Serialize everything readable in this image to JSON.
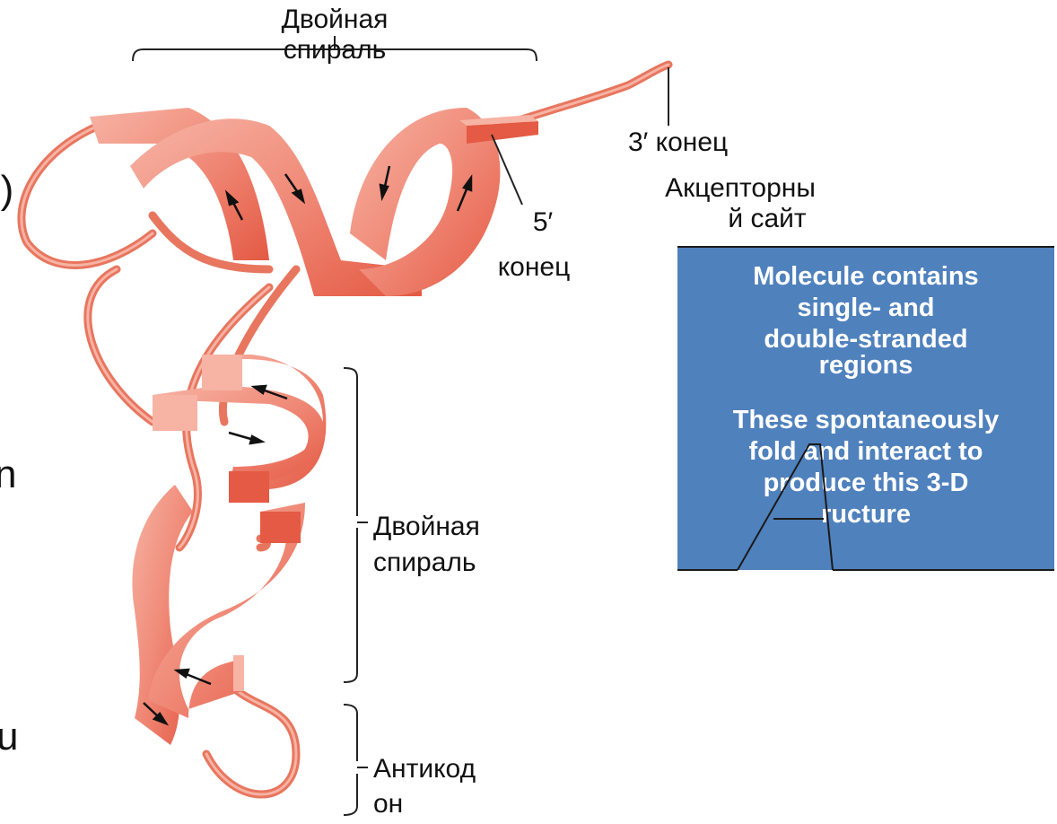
{
  "labels": {
    "top_helix": [
      "Двойная",
      "спираль"
    ],
    "three_prime": "3′ конец",
    "acceptor": [
      "Акцепторны",
      "й сайт"
    ],
    "five_prime": [
      "5′",
      "конец"
    ],
    "right_helix": [
      "Двойная",
      "спираль"
    ],
    "anticodon": [
      "Антикод",
      "он"
    ]
  },
  "callout": {
    "line1": [
      "Molecule contains",
      "single- and",
      "double-stranded",
      "regions"
    ],
    "line2": [
      "These spontaneously",
      "fold and interact to",
      "produce this 3-D",
      "ructure"
    ]
  },
  "left_edge_glyphs": [
    "·)",
    "n",
    "u"
  ],
  "colors": {
    "ribbon": "#f08a78",
    "ribbon_dark": "#e45a44",
    "ribbon_light": "#f7b3a4",
    "callout_bg": "#4f81bd",
    "text": "#111111"
  }
}
